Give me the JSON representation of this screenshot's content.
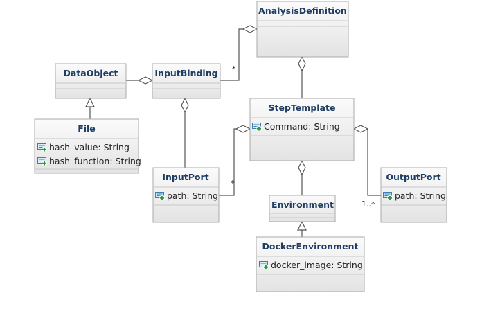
{
  "classes": {
    "analysis_definition": {
      "name": "AnalysisDefinition",
      "attrs": []
    },
    "data_object": {
      "name": "DataObject",
      "attrs": []
    },
    "input_binding": {
      "name": "InputBinding",
      "attrs": []
    },
    "step_template": {
      "name": "StepTemplate",
      "attrs": [
        "Command: String"
      ]
    },
    "file": {
      "name": "File",
      "attrs": [
        "hash_value: String",
        "hash_function: String"
      ]
    },
    "input_port": {
      "name": "InputPort",
      "attrs": [
        "path: String"
      ]
    },
    "output_port": {
      "name": "OutputPort",
      "attrs": [
        "path: String"
      ]
    },
    "environment": {
      "name": "Environment",
      "attrs": []
    },
    "docker_environment": {
      "name": "DockerEnvironment",
      "attrs": [
        "docker_image: String"
      ]
    }
  },
  "multiplicities": {
    "binding_to_analysis": "*",
    "port_to_step": "*",
    "outport_to_step": "1..*"
  },
  "colors": {
    "class_name": "#1f3d63",
    "border": "#aaaaaa",
    "attribute_icon": "#3a7fb0",
    "attribute_plus": "#2e9c3b"
  }
}
